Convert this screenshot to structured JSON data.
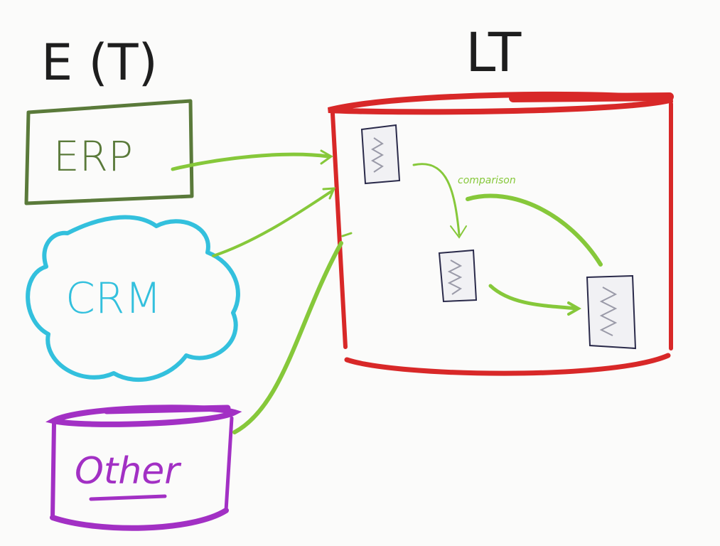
{
  "headings": {
    "left": "E (T)",
    "right": "LT"
  },
  "sources": [
    {
      "id": "erp",
      "label": "ERP",
      "shape": "rectangle",
      "color": "#5a7a3a"
    },
    {
      "id": "crm",
      "label": "CRM",
      "shape": "cloud",
      "color": "#33c0dd"
    },
    {
      "id": "other",
      "label": "Other",
      "shape": "cylinder",
      "color": "#a230c4"
    }
  ],
  "target": {
    "label": "LT",
    "shape": "cylinder",
    "color": "#d82828"
  },
  "documents": [
    {
      "id": "doc-1"
    },
    {
      "id": "doc-2"
    },
    {
      "id": "doc-3"
    }
  ],
  "annotations": {
    "comparison": "comparison"
  },
  "colors": {
    "arrow": "#86c83a",
    "ink": "#1e1e1e",
    "document": "#2a2a4a",
    "squiggle": "#9a9aa8"
  }
}
